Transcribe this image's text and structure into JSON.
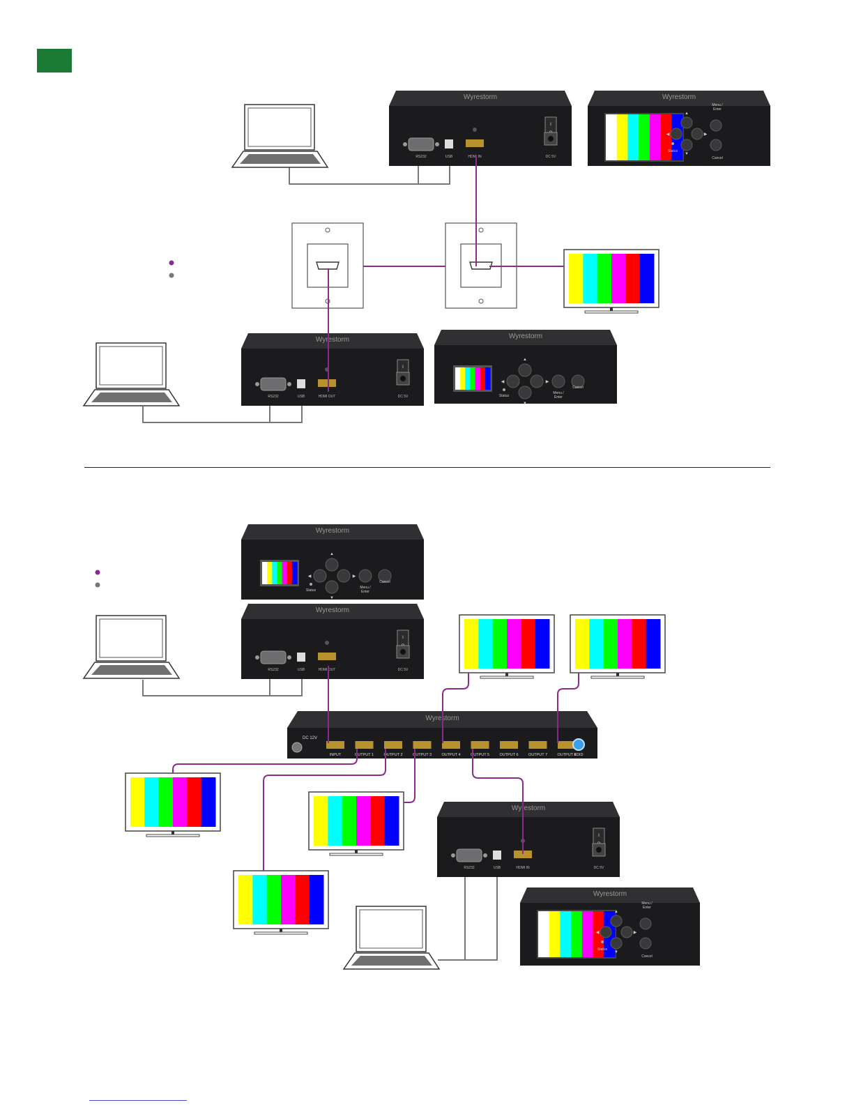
{
  "colors": {
    "page_tag": "#1a7a34",
    "hdmi_cable": "#8a2a8a",
    "usb_cable": "#777777",
    "device_body": "#1b1b1d",
    "hdmi_port": "#b8922e"
  },
  "icons": [
    "laptop-icon",
    "monitor-icon",
    "hdmi-wall-plate-icon",
    "test-pattern-icon",
    "power-switch-icon",
    "dc-jack-icon",
    "rs232-port-icon",
    "usb-b-port-icon",
    "hdmi-port-icon",
    "edid-button-icon"
  ],
  "generator": {
    "brand": "Wyrestorm",
    "ports": {
      "rs232": "RS232",
      "usb": "USB",
      "hdmi_in": "HDMI IN",
      "hdmi_out": "HDMI OUT",
      "dc": "DC 5V"
    },
    "buttons": {
      "menu": "Menu /\nEnter",
      "cancel": "Cancel",
      "status": "Status"
    }
  },
  "splitter": {
    "dc": "DC 12V",
    "ports": [
      "INPUT",
      "OUTPUT 1",
      "OUTPUT 2",
      "OUTPUT 3",
      "OUTPUT 4",
      "OUTPUT 5",
      "OUTPUT 6",
      "OUTPUT 7",
      "OUTPUT 8"
    ],
    "edid": "EDID"
  },
  "test_pattern_bars": [
    "#ffffff",
    "#ffff00",
    "#00ffff",
    "#00ff00",
    "#ff00ff",
    "#ff0000",
    "#0000ff"
  ]
}
